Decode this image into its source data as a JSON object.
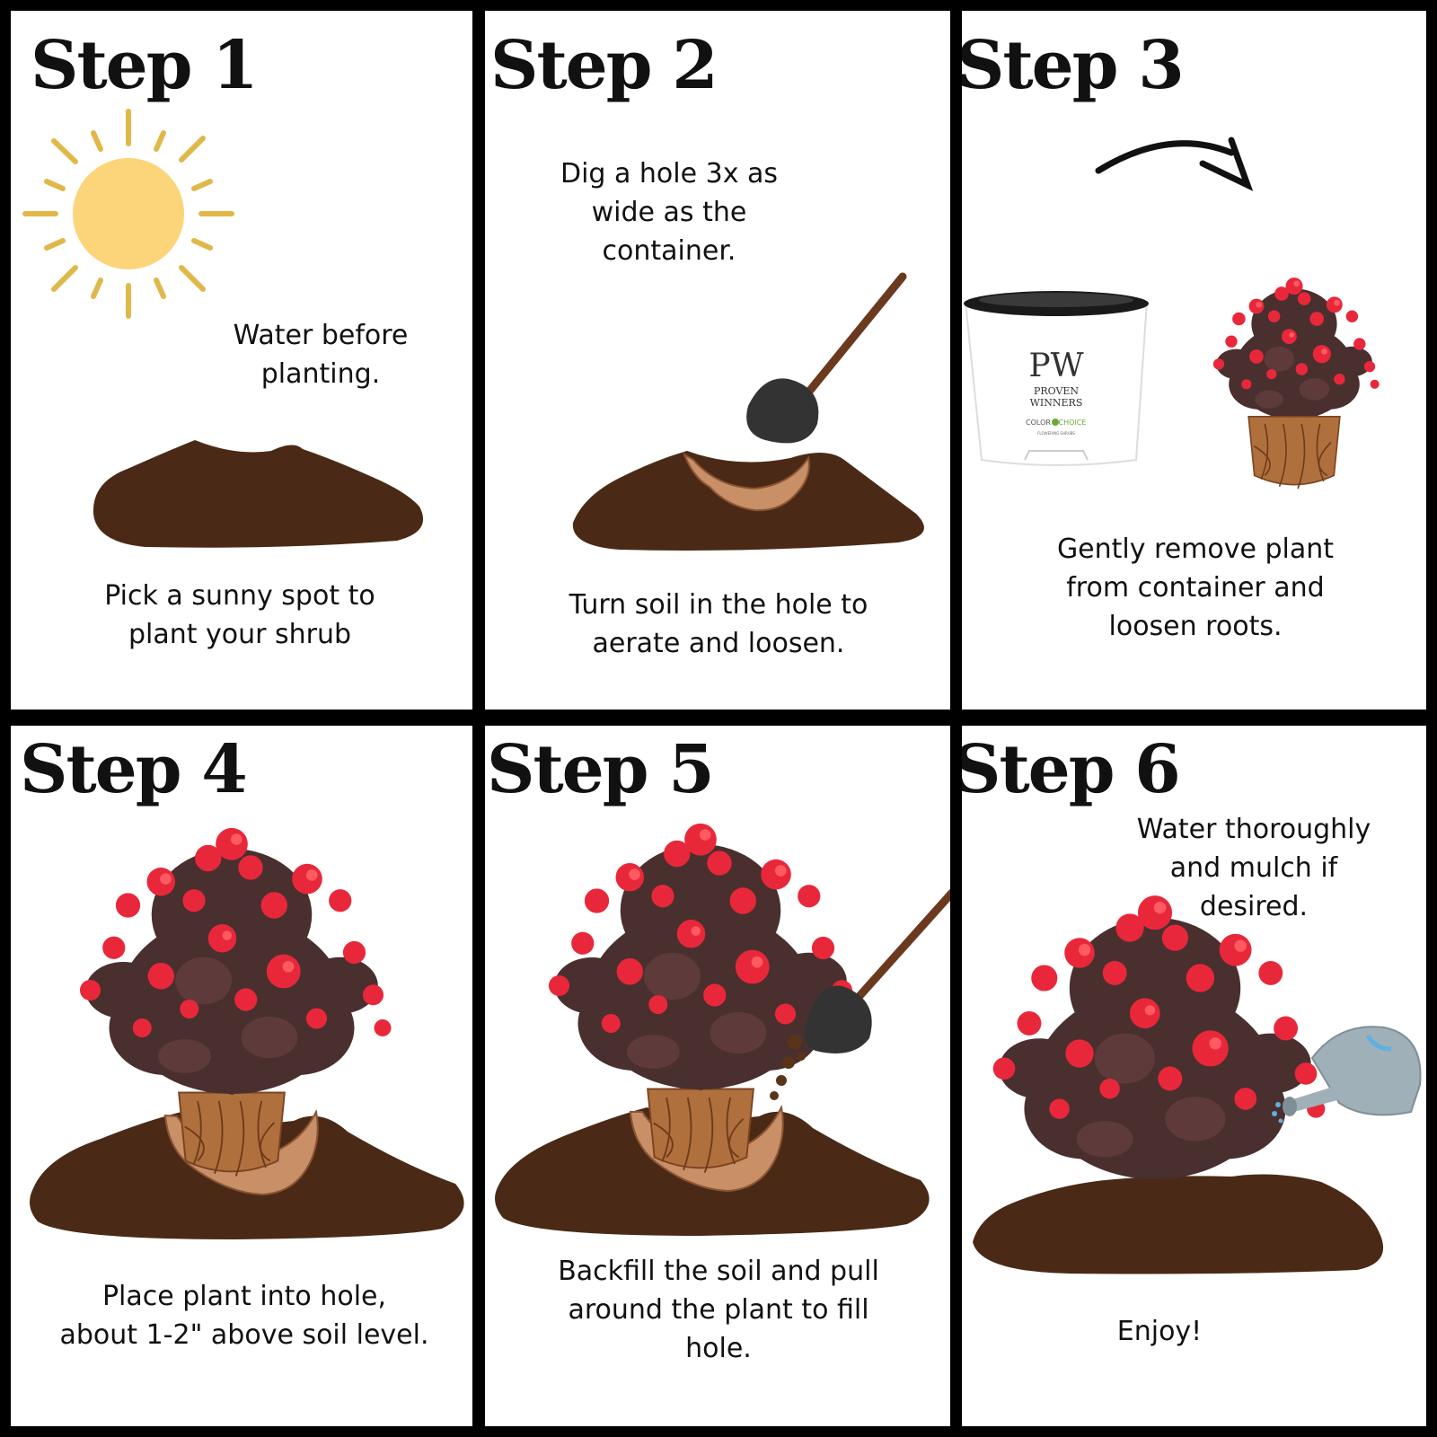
{
  "steps": [
    {
      "title": "Step 1",
      "note": "Water before\nplanting.",
      "caption": "Pick a sunny spot to\nplant your shrub"
    },
    {
      "title": "Step 2",
      "note": "Dig a hole 3x as\nwide as the\ncontainer.",
      "caption": "Turn soil in the hole to\naerate and loosen."
    },
    {
      "title": "Step 3",
      "caption": "Gently remove plant\nfrom container and\nloosen roots."
    },
    {
      "title": "Step 4",
      "caption": "Place plant into hole,\nabout 1-2\" above soil level."
    },
    {
      "title": "Step 5",
      "caption": "Backfill the soil and pull\naround the plant to fill\nhole."
    },
    {
      "title": "Step 6",
      "note": "Water thoroughly\nand mulch if\ndesired.",
      "caption": "Enjoy!"
    }
  ],
  "pot_label": {
    "logo": "PW",
    "brand_line1": "PROVEN",
    "brand_line2": "WINNERS",
    "sub_left": "COLOR",
    "sub_right": "CHOICE",
    "tagline": "FLOWERING SHRUBS"
  },
  "colors": {
    "soil": "#4a2a16",
    "hole": "#c98f66",
    "sun": "#fcd57a",
    "sun_rays": "#e0b84a",
    "flowers": "#e8283a",
    "foliage": "#4a2f2f",
    "shovel": "#333333",
    "handle": "#6b3a1e",
    "can": "#9fb0b8"
  },
  "icons": [
    "sun-icon",
    "soil-mound-icon",
    "shovel-icon",
    "arrow-icon",
    "pot-icon",
    "shrub-icon",
    "watering-can-icon"
  ]
}
